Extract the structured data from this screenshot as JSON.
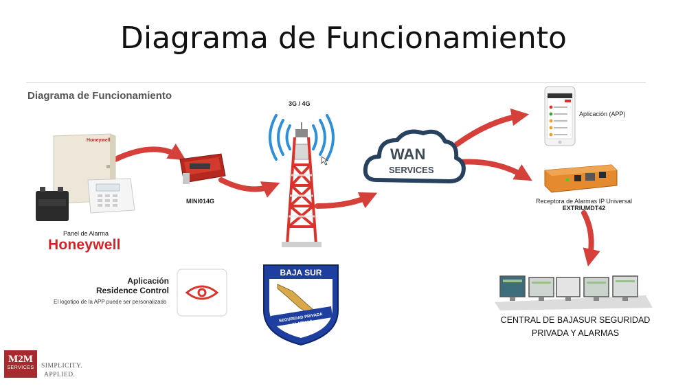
{
  "slide": {
    "title": "Diagrama de Funcionamiento",
    "subtitle": "Diagrama de Funcionamiento"
  },
  "panel": {
    "brand_on_box": "Honeywell",
    "caption": "Panel de Alarma",
    "brand": "Honeywell"
  },
  "module": {
    "label": "MINI014G"
  },
  "tower": {
    "label": "3G / 4G"
  },
  "wan": {
    "line1": "WAN",
    "line2": "SERVICES"
  },
  "app": {
    "label": "Aplicación (APP)"
  },
  "receiver": {
    "label_line1": "Receptora de Alarmas IP Universal",
    "label_line2": "EXTRIUMDT42"
  },
  "residence": {
    "title_line1": "Aplicación",
    "title_line2": "Residence Control",
    "note": "El logotipo de la APP puede ser personalizado"
  },
  "badge": {
    "top_text": "BAJA SUR",
    "band_line1": "SEGURIDAD PRIVADA",
    "band_line2": "ALARMAS"
  },
  "central": {
    "line1": "CENTRAL DE BAJASUR SEGURIDAD",
    "line2": "PRIVADA Y ALARMAS"
  },
  "footer": {
    "logo_top": "M2M",
    "logo_bottom": "SERVICES",
    "tagline1": "SIMPLICITY.",
    "tagline2": "APPLIED."
  },
  "colors": {
    "arrow": "#d5403a",
    "tower_red": "#d9332b",
    "signal_blue": "#2f8fd8",
    "badge_blue": "#1e3fa0",
    "brand_red": "#d2232a",
    "receiver_orange": "#e58a2e"
  }
}
